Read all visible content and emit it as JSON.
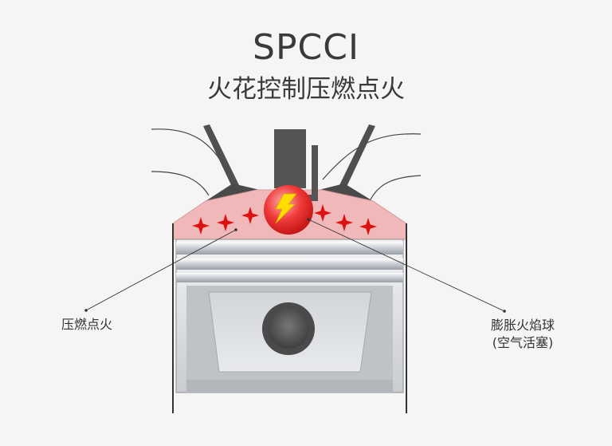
{
  "title": "SPCCI",
  "subtitle": "火花控制压燃点火",
  "labels": {
    "compression_ignition": "压燃点火",
    "fireball_line1": "膨胀火焰球",
    "fireball_line2": "(空气活塞)"
  },
  "colors": {
    "background": "#f5f5f5",
    "chamber_charge": "#f0b8b8",
    "fireball": "#ee2222",
    "star": "#dd1111",
    "spark": "#ffdd00",
    "metal_dark": "#555555",
    "piston_light": "#dfe2e6"
  }
}
